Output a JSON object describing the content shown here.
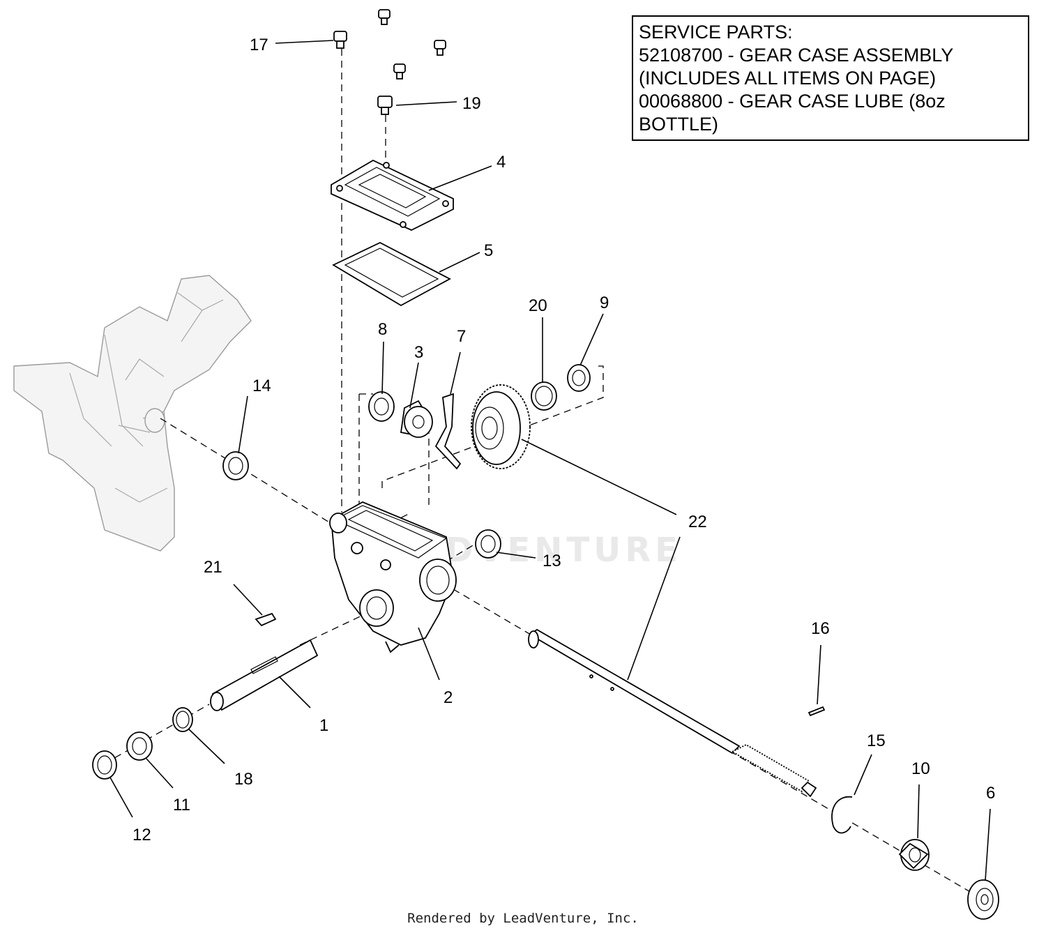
{
  "service_box": {
    "lines": [
      "SERVICE PARTS:",
      "52108700 - GEAR CASE ASSEMBLY",
      "(INCLUDES ALL ITEMS ON PAGE)",
      "00068800 - GEAR CASE LUBE (8oz",
      "BOTTLE)"
    ]
  },
  "callouts": {
    "c1": "1",
    "c2": "2",
    "c3": "3",
    "c4": "4",
    "c5": "5",
    "c6": "6",
    "c7": "7",
    "c8": "8",
    "c9": "9",
    "c10": "10",
    "c11": "11",
    "c12": "12",
    "c13": "13",
    "c14": "14",
    "c15": "15",
    "c16": "16",
    "c17": "17",
    "c18": "18",
    "c19": "19",
    "c20": "20",
    "c21": "21",
    "c22": "22"
  },
  "watermark": "LEADVENTURE",
  "footer": "Rendered by LeadVenture, Inc."
}
